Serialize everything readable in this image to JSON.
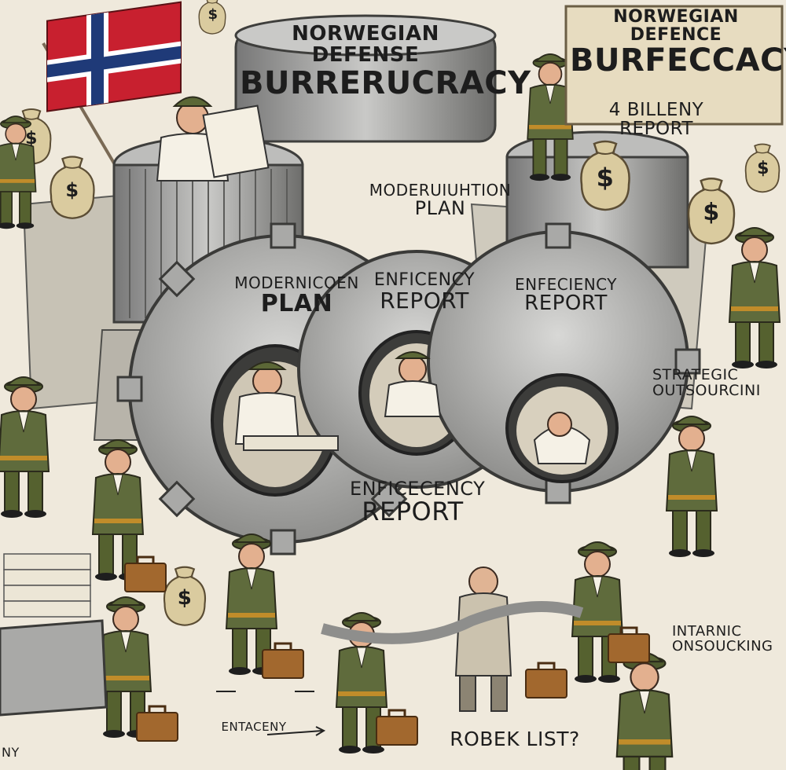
{
  "title_top": {
    "line1": "NORWEGIAN DEFENSE",
    "line2": "BURRERUCRACY"
  },
  "title_sign": {
    "line1": "NORWEGIAN DEFENCE",
    "line2": "BURFECCACY"
  },
  "report_label": {
    "line1": "4 BILLENY",
    "line2": "REPORT"
  },
  "center_plan": {
    "line1": "MODERUIUHTION",
    "line2": "PLAN"
  },
  "gears": [
    {
      "line1": "MODERNICOEN",
      "line2": "PLAN"
    },
    {
      "line1": "ENFICENCY",
      "line2": "REPORT"
    },
    {
      "line1": "ENFECIENCY",
      "line2": "REPORT"
    }
  ],
  "bottom_gear": {
    "line1": "ENFICECENCY",
    "line2": "REPORT"
  },
  "strategic": {
    "line1": "STRATEGIC",
    "line2": "OUTSOURCINI"
  },
  "internal": {
    "line1": "INTARNIC",
    "line2": "ONSOUCKING"
  },
  "entacency": "ENTACENY",
  "robek": "ROBEK LIST?",
  "corner_left": "NY",
  "money_symbol": "$",
  "colors": {
    "uniform": "#5f6b3c",
    "flag_red": "#c8202f",
    "flag_blue": "#1f3a78",
    "steel": "#9a9a98",
    "paper": "#efe9dc",
    "money_bag": "#d8c9a0"
  }
}
